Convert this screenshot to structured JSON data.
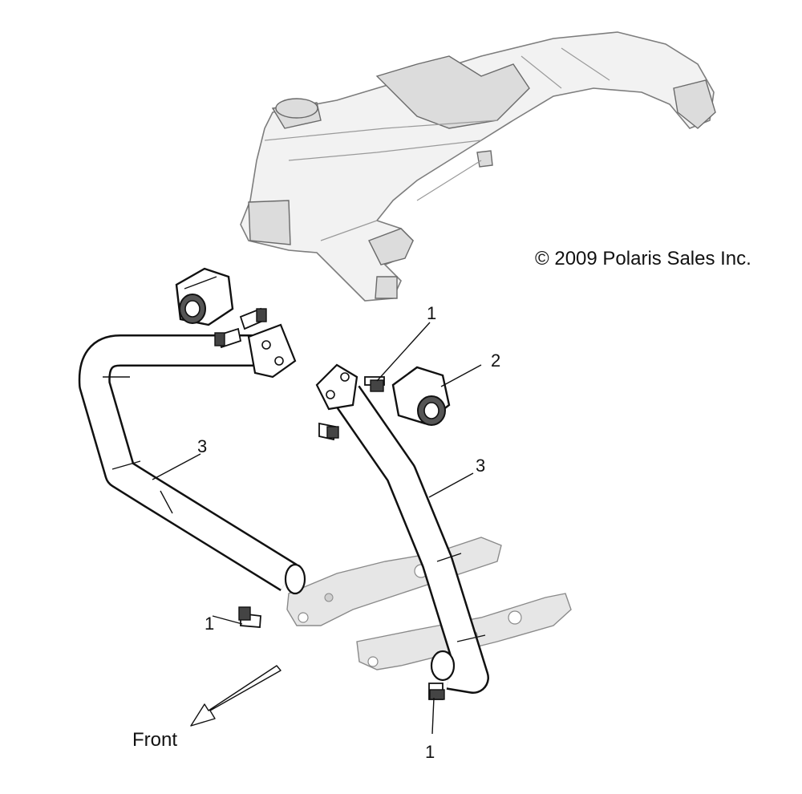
{
  "copyright": "© 2009 Polaris Sales Inc.",
  "front_label": "Front",
  "callouts": {
    "bolt_upper_center": "1",
    "mount_right": "2",
    "bar_left": "3",
    "bar_right": "3",
    "bolt_lower_left": "1",
    "bolt_bottom": "1"
  }
}
